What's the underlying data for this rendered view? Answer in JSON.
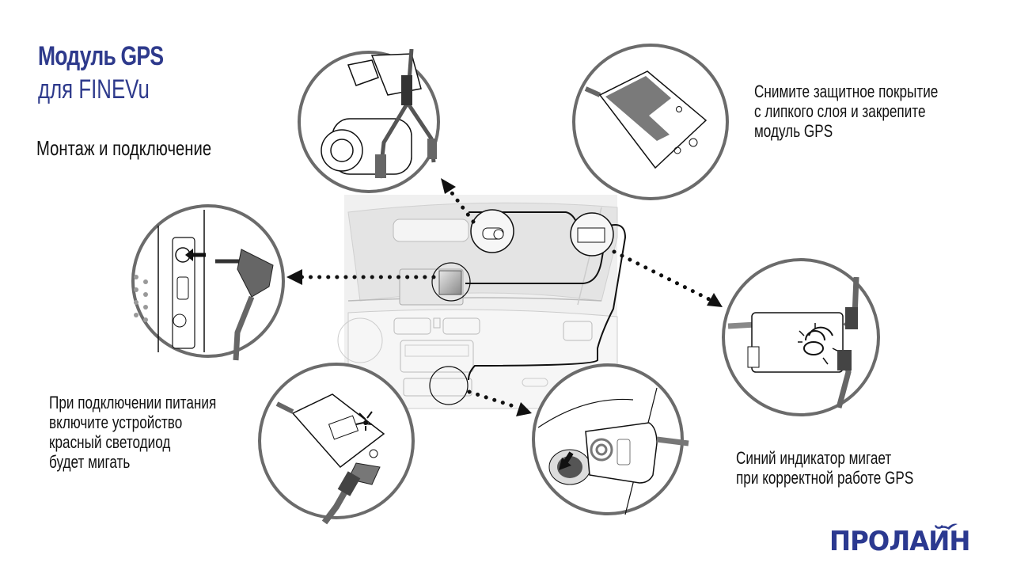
{
  "header": {
    "title": "Модуль GPS",
    "subtitle": "для FINEVu",
    "section": "Монтаж и подключение"
  },
  "notes": {
    "gps_mount": [
      "Снимите защитное покрытие",
      "с липкого слоя и закрепите",
      "модуль GPS"
    ],
    "power_on": [
      "При подключении питания",
      "включите устройство",
      "красный светодиод",
      "будет мигать"
    ],
    "blue_led": [
      "Синий индикатор мигает",
      "при корректной работе  GPS"
    ]
  },
  "brand": {
    "logo_text": "ПРОЛАЙН",
    "color": "#2b3990"
  },
  "colors": {
    "title": "#2e3a8c",
    "text": "#111111",
    "circle_border": "#6b6b6b",
    "dotted_arrow": "#111111"
  },
  "callouts": [
    {
      "name": "dashcam-connection",
      "depicts": "dashcam with split GPS cable"
    },
    {
      "name": "gps-module-adhesive",
      "depicts": "GPS module with protective film"
    },
    {
      "name": "av-jack-connection",
      "depicts": "3.5mm jack into device port"
    },
    {
      "name": "gps-blue-led",
      "depicts": "GPS module with blinking indicator"
    },
    {
      "name": "gps-red-led",
      "depicts": "GPS module with red LED"
    },
    {
      "name": "cigarette-socket",
      "depicts": "power plug into car socket"
    }
  ]
}
